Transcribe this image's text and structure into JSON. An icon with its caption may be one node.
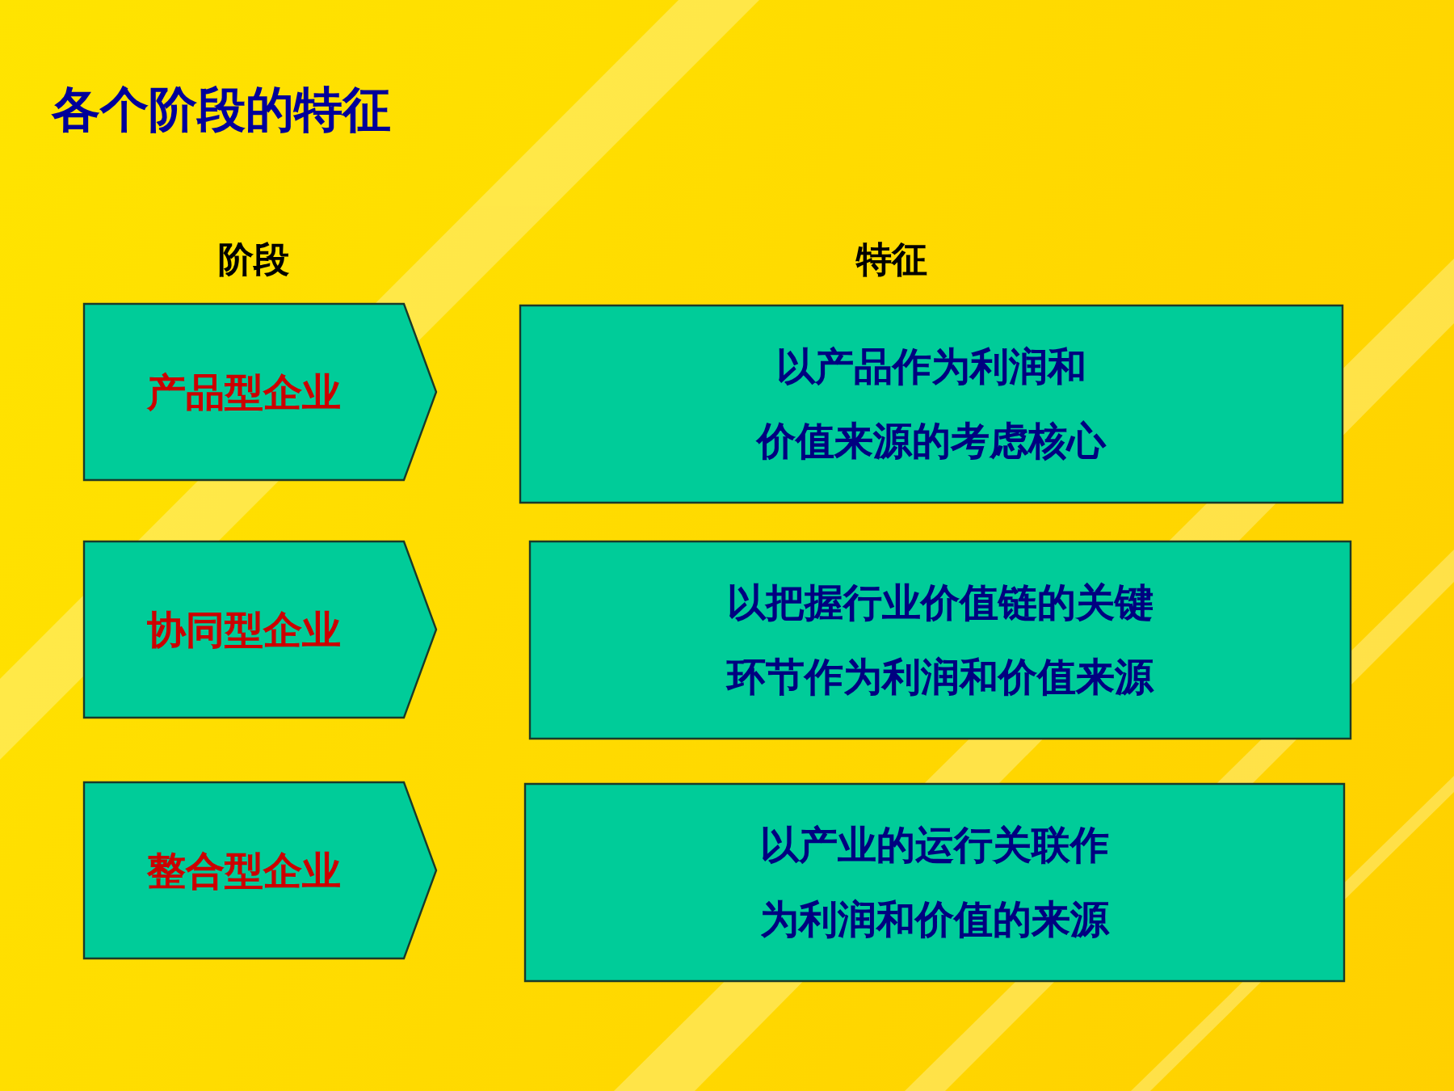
{
  "diagram": {
    "title": "各个阶段的特征",
    "nodes": [
      {
        "text": [
          "产品型企业"
        ]
      },
      {
        "text": [
          "以产品作为利润和价值来源的考虑核心"
        ]
      },
      {
        "text": [
          "协同型企业"
        ]
      },
      {
        "text": [
          "以把握行业价值链的关键环节作为利润和价值来源"
        ]
      },
      {
        "text": [
          "整合型企业"
        ]
      },
      {
        "text": [
          "以产业的运行关联作为利润和价值的来源"
        ]
      }
    ],
    "labels": [
      "阶段",
      "特征"
    ]
  }
}
